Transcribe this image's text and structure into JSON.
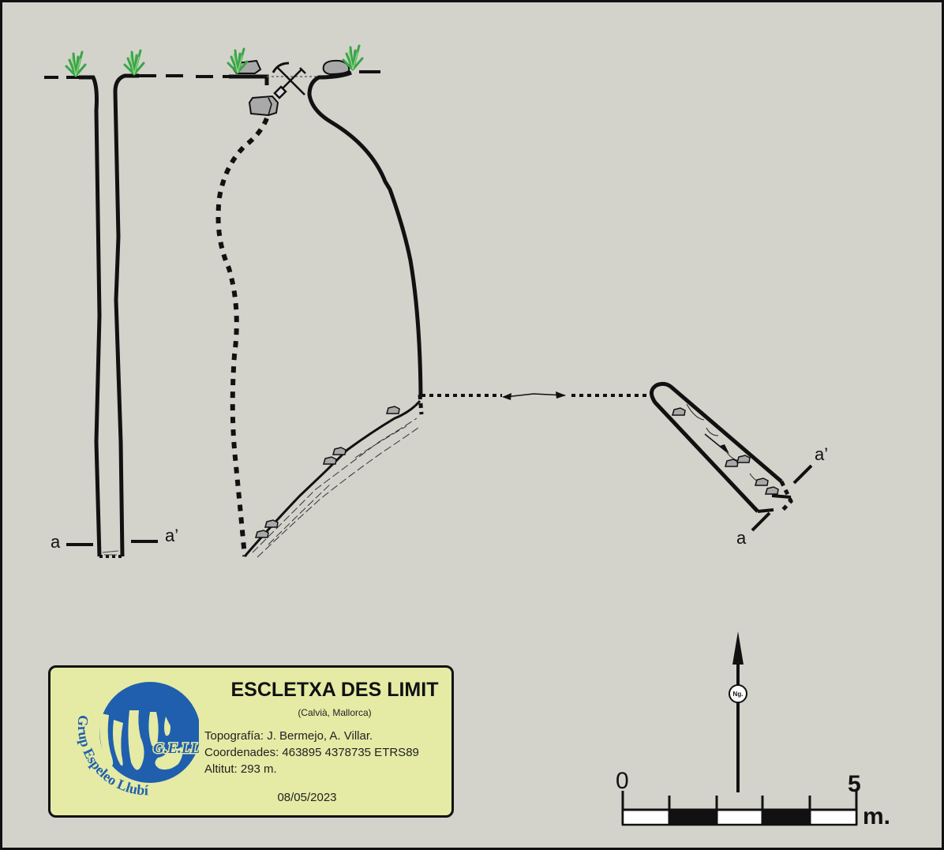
{
  "title": "ESCLETXA DES LIMIT",
  "location": "(Calvià, Mallorca)",
  "survey": {
    "topography": "Topografía: J. Bermejo, A. Villar.",
    "coordinates": "Coordenades: 463895 4378735 ETRS89",
    "altitude": "Altitut: 293 m.",
    "date": "08/05/2023"
  },
  "logo": {
    "club_name": "Grup Espeleo Llubí",
    "acronym": "G.E.LL."
  },
  "section_labels": {
    "a": "a",
    "a_prime": "a’"
  },
  "north_arrow": {
    "label": "Ng."
  },
  "scale_bar": {
    "start": "0",
    "end": "5",
    "unit": "m."
  },
  "colors": {
    "background": "#d3d3cb",
    "panel": "#e5eba5",
    "logo_blue": "#1f5fae",
    "grass": "#4caf50",
    "rock": "#a9a9a9",
    "line": "#111111"
  },
  "icons": [
    "grass-icon",
    "boulder-icon",
    "pick-and-shovel-icon",
    "north-arrow-icon"
  ]
}
